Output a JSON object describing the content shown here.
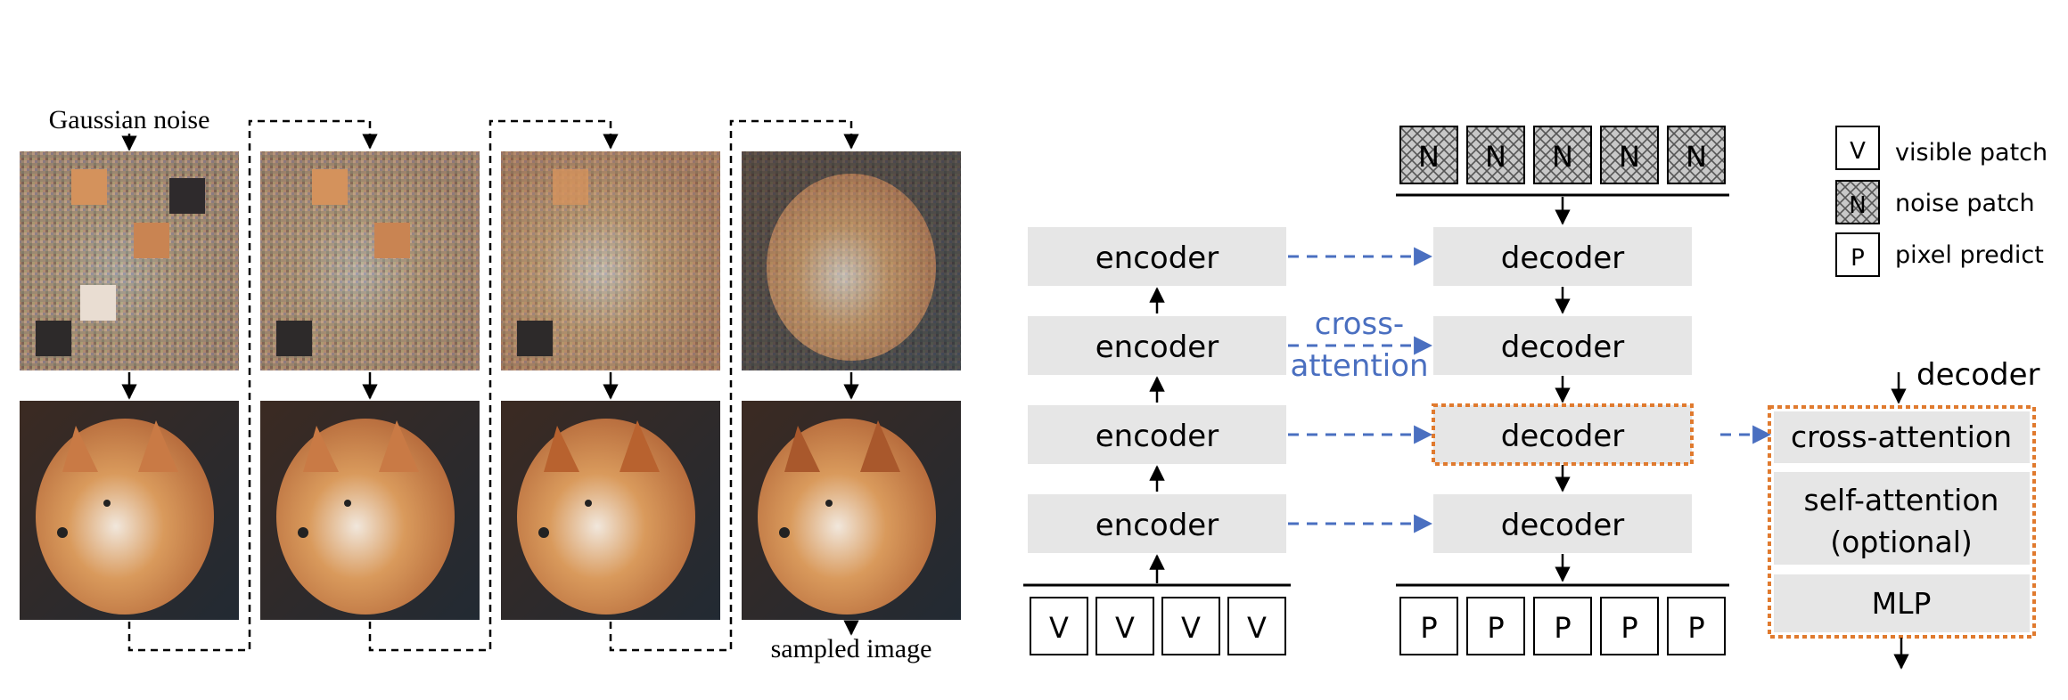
{
  "sampling": {
    "input_label": "Gaussian noise",
    "output_label": "sampled image"
  },
  "architecture": {
    "encoders": [
      "encoder",
      "encoder",
      "encoder",
      "encoder"
    ],
    "decoders": [
      "decoder",
      "decoder",
      "decoder",
      "decoder"
    ],
    "cross_attention_label": [
      "cross-",
      "attention"
    ],
    "noise_tokens": [
      "N",
      "N",
      "N",
      "N",
      "N"
    ],
    "visible_tokens": [
      "V",
      "V",
      "V",
      "V"
    ],
    "predict_tokens": [
      "P",
      "P",
      "P",
      "P",
      "P"
    ]
  },
  "legend": {
    "items": [
      {
        "symbol": "V",
        "label": "visible patch"
      },
      {
        "symbol": "N",
        "label": "noise patch"
      },
      {
        "symbol": "P",
        "label": "pixel predict"
      }
    ]
  },
  "decoder_detail": {
    "title": "decoder",
    "layers": [
      "cross-attention",
      "self-attention",
      "(optional)",
      "MLP"
    ]
  },
  "colors": {
    "attention_arrow": "#4a6fc0",
    "highlight_border": "#e07a2e",
    "block_fill": "#e6e6e6"
  }
}
